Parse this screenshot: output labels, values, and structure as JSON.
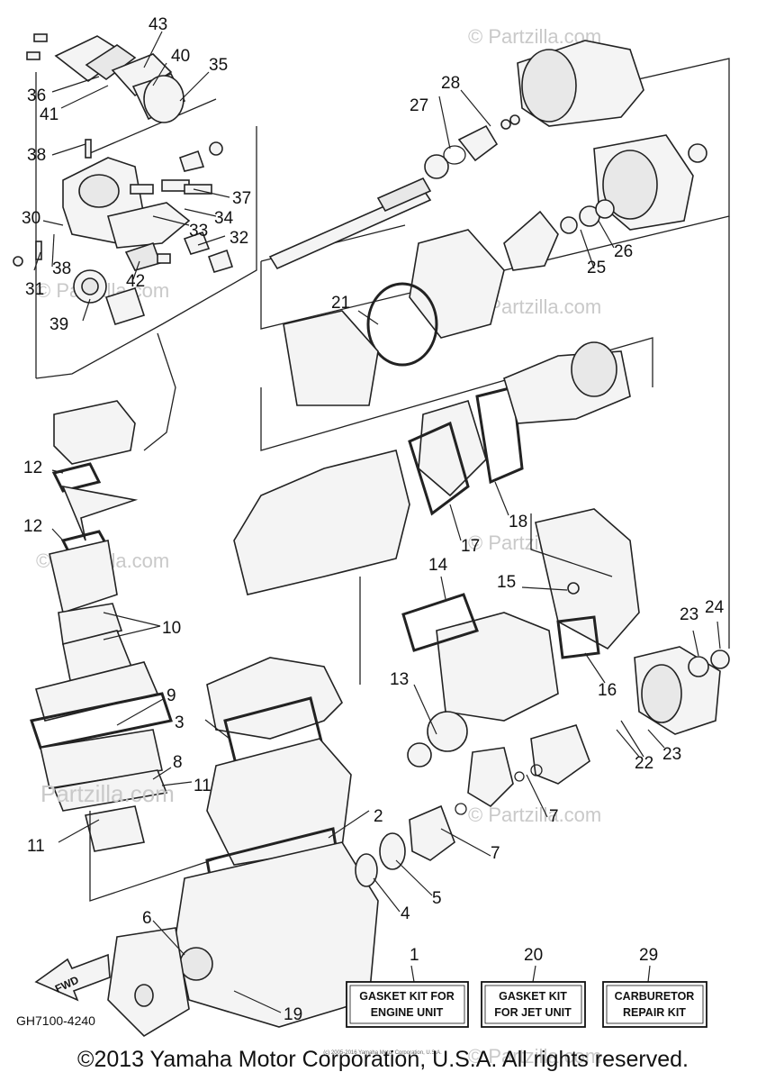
{
  "watermark": "© Partzilla.com",
  "watermark_main": "Partzilla.com",
  "drawing_code": "GH7100-4240",
  "fwd_label": "FWD",
  "fine_print": "(c) 2005-2016 Yamaha Motor Corporation, U.S.A.",
  "copyright": "©2013 Yamaha Motor Corporation, U.S.A. All rights reserved.",
  "callouts": {
    "c1": "1",
    "c2": "2",
    "c3": "3",
    "c4": "4",
    "c5": "5",
    "c6": "6",
    "c7a": "7",
    "c7b": "7",
    "c8": "8",
    "c9": "9",
    "c10": "10",
    "c11a": "11",
    "c11b": "11",
    "c12a": "12",
    "c12b": "12",
    "c13": "13",
    "c14": "14",
    "c15": "15",
    "c16": "16",
    "c17": "17",
    "c18": "18",
    "c19": "19",
    "c20": "20",
    "c21": "21",
    "c22": "22",
    "c23a": "23",
    "c23b": "23",
    "c24": "24",
    "c25": "25",
    "c26": "26",
    "c27": "27",
    "c28": "28",
    "c29": "29",
    "c30": "30",
    "c31": "31",
    "c32": "32",
    "c33": "33",
    "c34": "34",
    "c35": "35",
    "c36": "36",
    "c37": "37",
    "c38a": "38",
    "c38b": "38",
    "c39": "39",
    "c40": "40",
    "c41": "41",
    "c42": "42",
    "c43": "43"
  },
  "kits": {
    "engine_line1": "GASKET KIT FOR",
    "engine_line2": "ENGINE UNIT",
    "jet_line1": "GASKET KIT",
    "jet_line2": "FOR JET UNIT",
    "carb_line1": "CARBURETOR",
    "carb_line2": "REPAIR KIT"
  }
}
